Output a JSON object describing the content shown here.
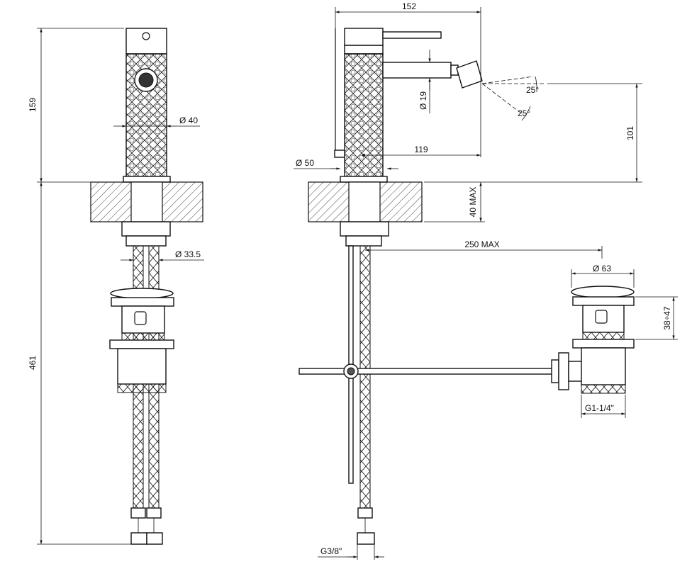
{
  "dimensions": {
    "front_height": "159",
    "total_height": "461",
    "body_diameter": "Ø 40",
    "hose_diameter": "Ø 33.5",
    "overall_length": "152",
    "spout_reach": "119",
    "base_diameter": "Ø 50",
    "nozzle_diameter": "Ø 19",
    "angle_upper": "25°",
    "angle_lower": "25°",
    "spout_height": "101",
    "deck_thickness": "40 MAX",
    "rod_length": "250 MAX",
    "waste_diameter": "Ø 63",
    "waste_range": "38÷47",
    "waste_thread": "G1-1/4\"",
    "hose_thread": "G3/8\""
  }
}
